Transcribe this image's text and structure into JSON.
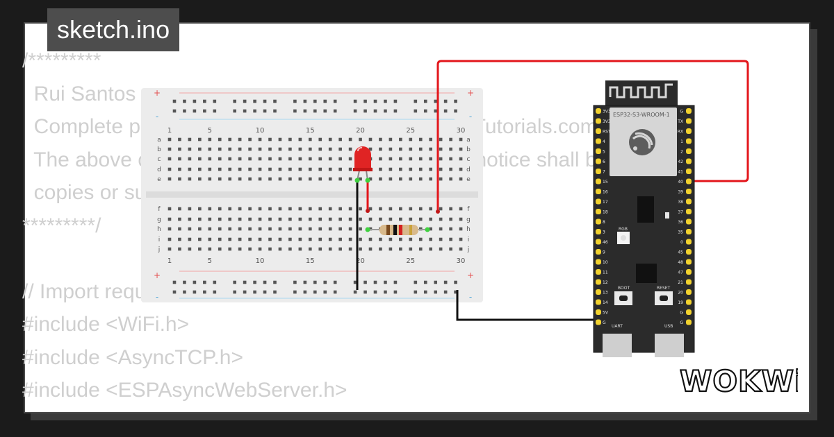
{
  "file": {
    "name": "sketch.ino"
  },
  "code_lines": [
    "/*********",
    "  Rui Santos",
    "  Complete project details at https://RandomNerdTutorials.com/esp32-a",
    "  The above copyright notice and this permission notice shall be include",
    "  copies or substantial portions of the Software.",
    "*********/",
    "",
    "// Import required libraries",
    "#include <WiFi.h>",
    "#include <AsyncTCP.h>",
    "#include <ESPAsyncWebServer.h>"
  ],
  "breadboard": {
    "column_numbers": [
      "1",
      "5",
      "10",
      "15",
      "20",
      "25",
      "30"
    ],
    "row_letters_top": [
      "a",
      "b",
      "c",
      "d",
      "e"
    ],
    "row_letters_bottom": [
      "f",
      "g",
      "h",
      "i",
      "j"
    ],
    "rail_plus": "+",
    "rail_minus": "-"
  },
  "board": {
    "module_label": "ESP32-S3-WROOM-1",
    "left_pins": [
      "3V3",
      "3V3",
      "RST",
      "4",
      "5",
      "6",
      "7",
      "15",
      "16",
      "17",
      "18",
      "8",
      "3",
      "46",
      "9",
      "10",
      "11",
      "12",
      "13",
      "14",
      "5V",
      "G"
    ],
    "right_pins": [
      "G",
      "TX",
      "RX",
      "1",
      "2",
      "42",
      "41",
      "40",
      "39",
      "38",
      "37",
      "36",
      "35",
      "0",
      "45",
      "48",
      "47",
      "21",
      "20",
      "19",
      "G",
      "G"
    ],
    "rgb_label": "RGB",
    "boot_label": "BOOT",
    "reset_label": "RESET",
    "uart_label": "UART",
    "usb_label": "USB"
  },
  "brand": {
    "logo_text": "WOKWi"
  },
  "colors": {
    "wire_red": "#e3161b",
    "wire_black": "#111111",
    "led": "#e02424",
    "board": "#2b2b2b",
    "pin": "#f2d22e",
    "code_text": "#cfcfcf"
  }
}
